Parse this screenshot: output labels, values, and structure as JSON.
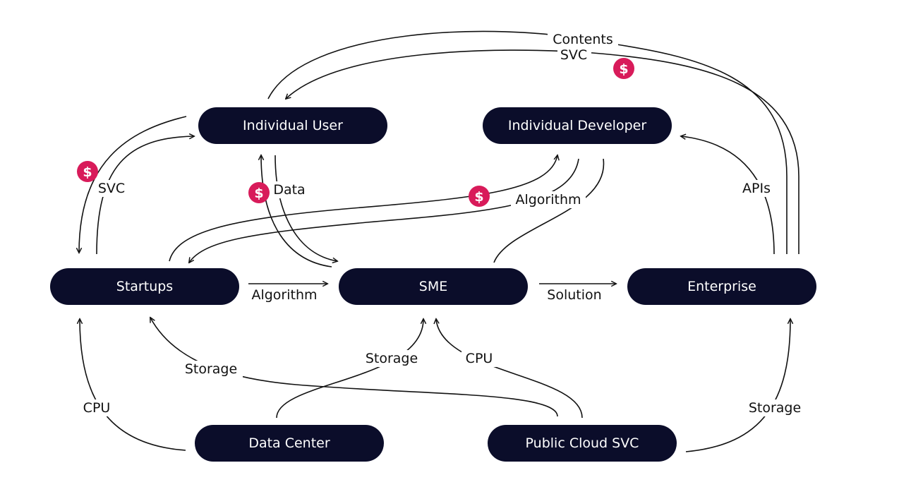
{
  "nodes": {
    "individual_user": "Individual User",
    "individual_developer": "Individual Developer",
    "startups": "Startups",
    "sme": "SME",
    "enterprise": "Enterprise",
    "data_center": "Data Center",
    "public_cloud": "Public Cloud SVC"
  },
  "labels": {
    "contents": "Contents",
    "svc_top": "SVC",
    "svc_left": "SVC",
    "data": "Data",
    "algorithm_dev": "Algorithm",
    "apis": "APIs",
    "algorithm_mid": "Algorithm",
    "solution": "Solution",
    "storage_startups": "Storage",
    "storage_sme": "Storage",
    "cpu_sme": "CPU",
    "cpu_startups": "CPU",
    "storage_enterprise": "Storage"
  },
  "money": {
    "symbol": "$"
  },
  "colors": {
    "node_fill": "#0b0d2a",
    "money_badge": "#d81b5a"
  }
}
